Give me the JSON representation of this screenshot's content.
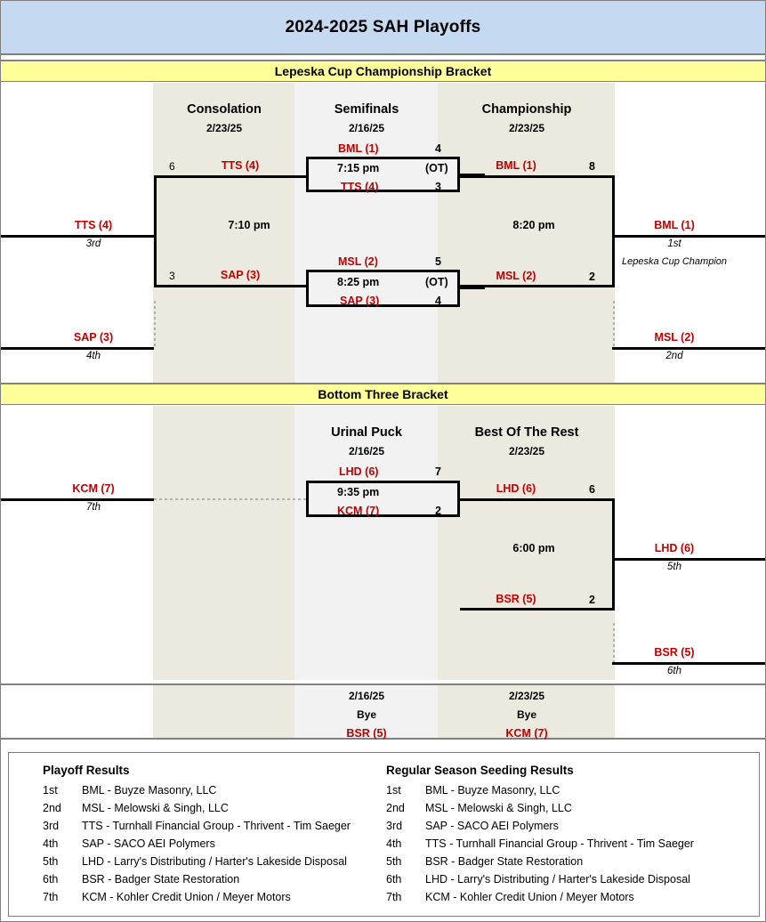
{
  "page": {
    "title": "2024-2025 SAH Playoffs"
  },
  "sections": {
    "top": {
      "banner": "Lepeska Cup Championship Bracket"
    },
    "bottom": {
      "banner": "Bottom Three Bracket"
    }
  },
  "colors": {
    "title_bg": "#c5d9f1",
    "banner_bg": "#ffff99",
    "team_red": "#c00000",
    "band_beige": "#ece9df",
    "band_gray": "#f2f2f2",
    "frame": "#808080"
  },
  "top_bracket": {
    "round_headers": [
      {
        "name": "Consolation",
        "date": "2/23/25"
      },
      {
        "name": "Semifinals",
        "date": "2/16/25"
      },
      {
        "name": "Championship",
        "date": "2/23/25"
      }
    ],
    "semifinals": [
      {
        "top_team": "BML (1)",
        "top_score": "4",
        "time": "7:15 pm",
        "flag": "(OT)",
        "bottom_team": "TTS (4)",
        "bottom_score": "3"
      },
      {
        "top_team": "MSL (2)",
        "top_score": "5",
        "time": "8:25 pm",
        "flag": "(OT)",
        "bottom_team": "SAP (3)",
        "bottom_score": "4"
      }
    ],
    "consolation": {
      "time": "7:10 pm",
      "top_team": "TTS (4)",
      "top_seed": "6",
      "bottom_team": "SAP (3)",
      "bottom_seed": "3"
    },
    "championship": {
      "time": "8:20 pm",
      "top_team": "BML (1)",
      "top_score": "8",
      "bottom_team": "MSL (2)",
      "bottom_score": "2"
    },
    "outcomes": {
      "first": {
        "team": "BML (1)",
        "place": "1st",
        "note": "Lepeska Cup Champion"
      },
      "second": {
        "team": "MSL (2)",
        "place": "2nd"
      },
      "third": {
        "team": "TTS (4)",
        "place": "3rd"
      },
      "fourth": {
        "team": "SAP (3)",
        "place": "4th"
      }
    }
  },
  "bottom_bracket": {
    "round_headers": [
      {
        "name": "Urinal Puck",
        "date": "2/16/25"
      },
      {
        "name": "Best Of The Rest",
        "date": "2/23/25"
      }
    ],
    "urinal_puck": {
      "top_team": "LHD (6)",
      "top_score": "7",
      "time": "9:35 pm",
      "bottom_team": "KCM (7)",
      "bottom_score": "2"
    },
    "best_of_rest": {
      "top_team": "LHD (6)",
      "top_score": "6",
      "time": "6:00 pm",
      "bottom_team": "BSR (5)",
      "bottom_score": "2"
    },
    "entry": {
      "team": "KCM (7)",
      "place": "7th"
    },
    "outcomes": {
      "fifth": {
        "team": "LHD (6)",
        "place": "5th"
      },
      "sixth": {
        "team": "BSR (5)",
        "place": "6th"
      }
    },
    "byes": [
      {
        "date": "2/16/25",
        "label": "Bye",
        "team": "BSR (5)"
      },
      {
        "date": "2/23/25",
        "label": "Bye",
        "team": "KCM (7)"
      }
    ]
  },
  "legend": {
    "playoff": {
      "title": "Playoff Results",
      "rows": [
        {
          "rank": "1st",
          "text": "BML - Buyze Masonry, LLC"
        },
        {
          "rank": "2nd",
          "text": "MSL - Melowski & Singh, LLC"
        },
        {
          "rank": "3rd",
          "text": "TTS - Turnhall Financial Group - Thrivent - Tim Saeger"
        },
        {
          "rank": "4th",
          "text": "SAP - SACO AEI Polymers"
        },
        {
          "rank": "5th",
          "text": "LHD - Larry's Distributing / Harter's Lakeside Disposal"
        },
        {
          "rank": "6th",
          "text": "BSR - Badger State Restoration"
        },
        {
          "rank": "7th",
          "text": "KCM - Kohler Credit Union / Meyer Motors"
        }
      ]
    },
    "seeding": {
      "title": "Regular Season Seeding Results",
      "rows": [
        {
          "rank": "1st",
          "text": "BML - Buyze Masonry, LLC"
        },
        {
          "rank": "2nd",
          "text": "MSL - Melowski & Singh, LLC"
        },
        {
          "rank": "3rd",
          "text": "SAP - SACO AEI Polymers"
        },
        {
          "rank": "4th",
          "text": "TTS - Turnhall Financial Group - Thrivent - Tim Saeger"
        },
        {
          "rank": "5th",
          "text": "BSR - Badger State Restoration"
        },
        {
          "rank": "6th",
          "text": "LHD - Larry's Distributing / Harter's Lakeside Disposal"
        },
        {
          "rank": "7th",
          "text": "KCM - Kohler Credit Union / Meyer Motors"
        }
      ]
    }
  }
}
